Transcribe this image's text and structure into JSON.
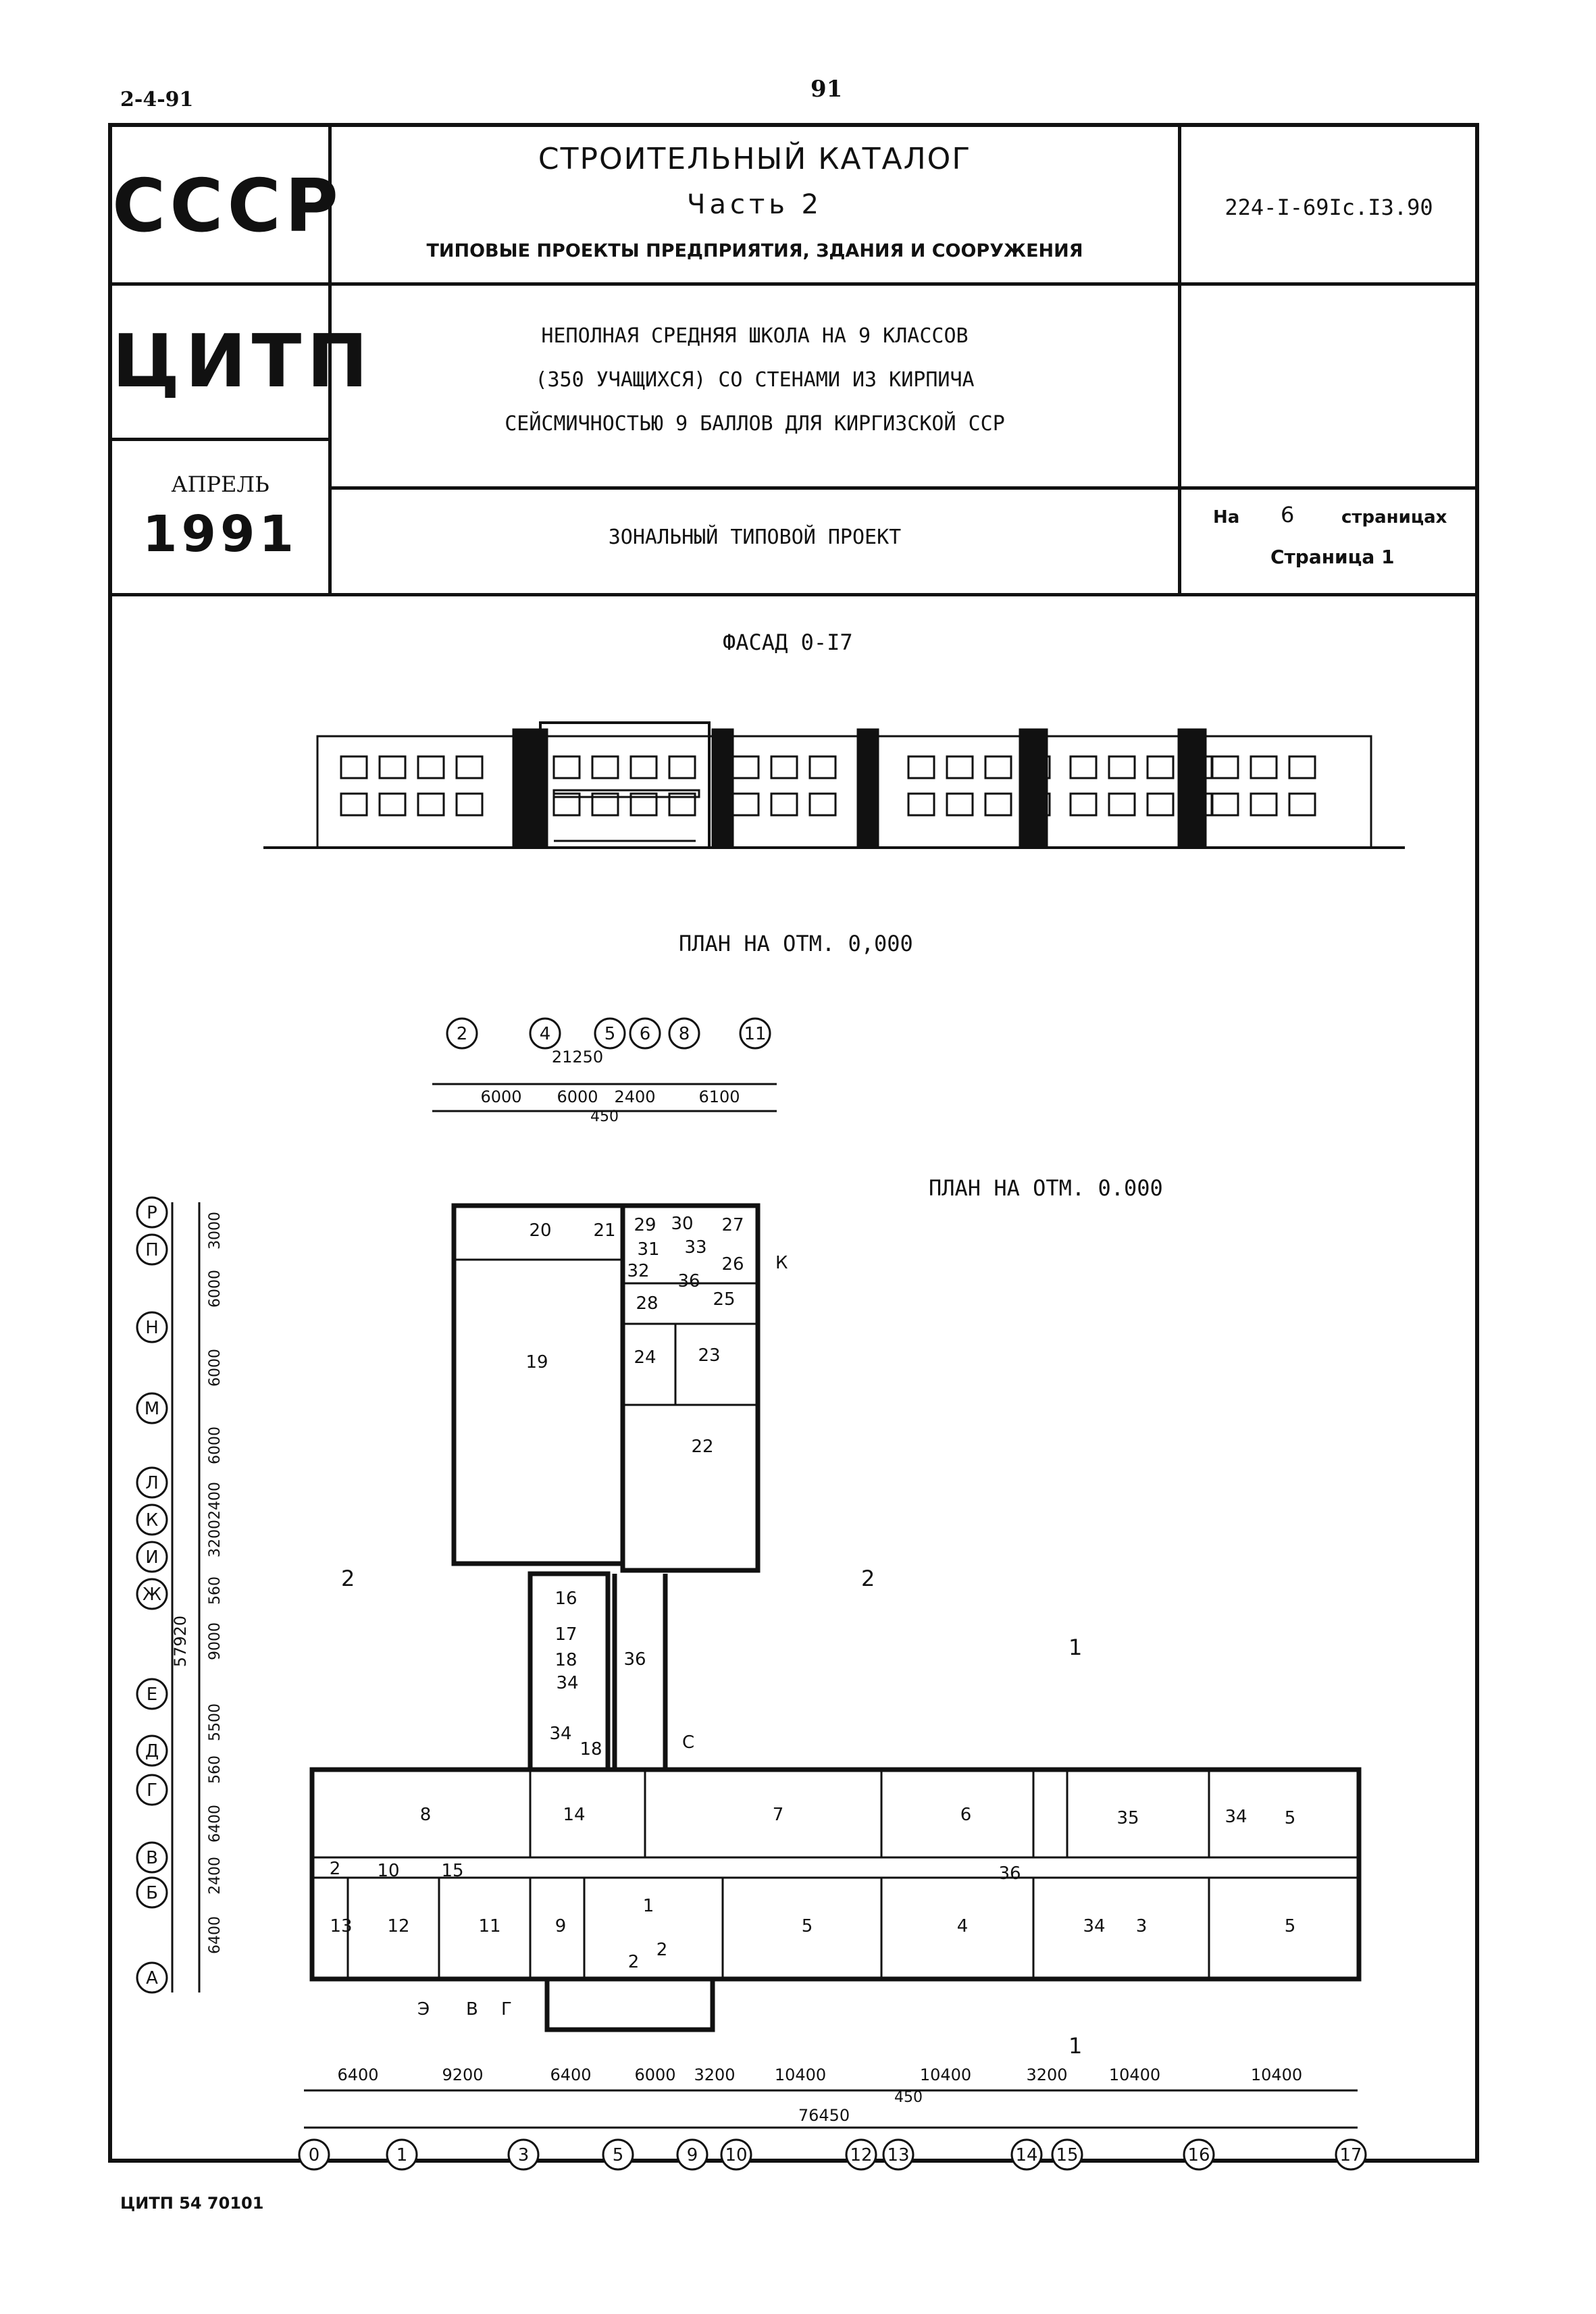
{
  "page": {
    "code_left": "2-4-91",
    "page_number": "91",
    "footer": "ЦИТП 54 70101"
  },
  "header": {
    "ussr": "СССР",
    "catalog_title": "СТРОИТЕЛЬНЫЙ КАТАЛОГ",
    "part": "Часть 2",
    "part_subtitle": "ТИПОВЫЕ ПРОЕКТЫ ПРЕДПРИЯТИЯ, ЗДАНИЯ И СООРУЖЕНИЯ",
    "doc_code": "224-I-69Ic.I3.90",
    "org": "ЦИТП",
    "project_line1": "НЕПОЛНАЯ СРЕДНЯЯ ШКОЛА НА 9 КЛАССОВ",
    "project_line2": "(350 УЧАЩИХСЯ) СО СТЕНАМИ ИЗ КИРПИЧА",
    "project_line3": "СЕЙСМИЧНОСТЬЮ 9 БАЛЛОВ  ДЛЯ КИРГИЗСКОЙ ССР",
    "month": "АПРЕЛЬ",
    "year": "1991",
    "zonal": "ЗОНАЛЬНЫЙ ТИПОВОЙ ПРОЕКТ",
    "pages_prefix": "На",
    "pages_count": "6",
    "pages_suffix": "страницах",
    "page_label": "Страница 1"
  },
  "drawing": {
    "facade_title": "ФАСАД 0-I7",
    "plan_title_1": "ПЛАН НА ОТМ.  0,000",
    "plan_title_2": "ПЛАН НА ОТМ. 0.000",
    "top_axes": [
      "2",
      "4",
      "5",
      "6",
      "8",
      "11"
    ],
    "top_dims": [
      "6000",
      "6000",
      "2400",
      "6100"
    ],
    "top_total": "21250",
    "top_small": "450",
    "left_axes": [
      "Р",
      "П",
      "Н",
      "М",
      "Л",
      "К",
      "И",
      "Ж",
      "Е",
      "Д",
      "Г",
      "В",
      "Б",
      "А"
    ],
    "left_dims": [
      "3000",
      "6000",
      "6000",
      "6000",
      "2400",
      "3200",
      "560",
      "9000",
      "5500",
      "560",
      "6400",
      "2400",
      "6400"
    ],
    "left_total": "57920",
    "bottom_axes": [
      "0",
      "1",
      "3",
      "5",
      "9",
      "10",
      "12",
      "13",
      "14",
      "15",
      "16",
      "17"
    ],
    "bottom_dims": [
      "6400",
      "9200",
      "6400",
      "6000",
      "3200",
      "10400",
      "10400",
      "3200",
      "10400",
      "10400"
    ],
    "bottom_total": "76450",
    "bottom_small": "450",
    "rooms_upper": [
      "20",
      "21",
      "29",
      "30",
      "27",
      "31",
      "33",
      "26",
      "32",
      "36",
      "25",
      "28",
      "19",
      "24",
      "23",
      "22"
    ],
    "rooms_mid": [
      "16",
      "17",
      "18",
      "36",
      "34",
      "34",
      "18"
    ],
    "rooms_lower": [
      "8",
      "14",
      "7",
      "6",
      "35",
      "34",
      "5",
      "2",
      "10",
      "15",
      "36",
      "13",
      "12",
      "11",
      "9",
      "1",
      "2",
      "2",
      "5",
      "4",
      "34",
      "3",
      "5"
    ],
    "section_mark": "2",
    "section_mark_1": "1",
    "entry_k": "К",
    "entry_s": "С",
    "entry_e": "Э",
    "entry_v": "В",
    "entry_g": "Г"
  }
}
